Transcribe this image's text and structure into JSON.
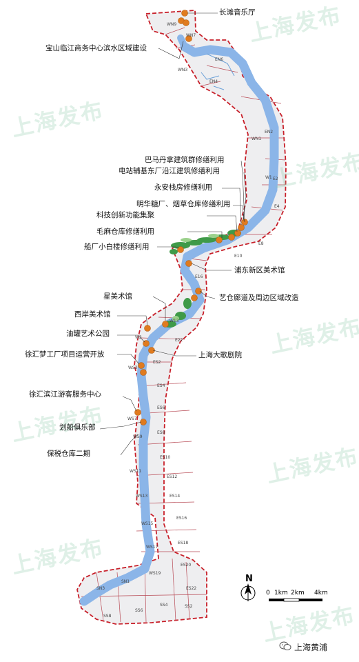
{
  "watermark_text": "上海发布",
  "brand": {
    "name": "上海黄浦",
    "icon": "wechat-icon"
  },
  "colors": {
    "river": "#8bb5e8",
    "district_line": "#c8202a",
    "zone_line": "#b84a55",
    "zone_fill": "#eeeef0",
    "marker": "#e07b1f",
    "greenery": "#3f9a48",
    "watermark": "#8cc8aa"
  },
  "scale_bar": {
    "north_label": "N",
    "labels": [
      "0",
      "1km",
      "2km",
      "4km"
    ]
  },
  "callouts": [
    "长滩音乐厅",
    "宝山临江商务中心滨水区域建设",
    "巴马丹拿建筑群修缮利用",
    "电站辅基东厂沿江建筑修缮利用",
    "永安栈房修缮利用",
    "明华糖厂、烟草仓库修缮利用",
    "科技创新功能集聚",
    "毛麻仓库修缮利用",
    "船厂小白楼修缮利用",
    "浦东新区美术馆",
    "星美术馆",
    "艺仓廊道及周边区域改造",
    "西岸美术馆",
    "油罐艺术公园",
    "上海大歌剧院",
    "徐汇梦工厂项目运营开放",
    "徐汇滨江游客服务中心",
    "划船俱乐部",
    "保税仓库二期"
  ],
  "zone_codes": [
    "WN9",
    "WN7",
    "EN6",
    "WN3",
    "EN4",
    "EN2",
    "WN1",
    "W1",
    "E2",
    "E4",
    "E8",
    "E10",
    "E16",
    "W13",
    "W3",
    "E22",
    "ES2",
    "WS3",
    "ES4",
    "ES6",
    "WS7",
    "ES8",
    "WS9",
    "ES10",
    "WS11",
    "ES12",
    "WS13",
    "ES14",
    "WS15",
    "ES16",
    "WS17",
    "ES18",
    "ES20",
    "WS19",
    "SN1",
    "SN3",
    "ES22",
    "SS6",
    "SS4",
    "SS2",
    "SS8"
  ]
}
